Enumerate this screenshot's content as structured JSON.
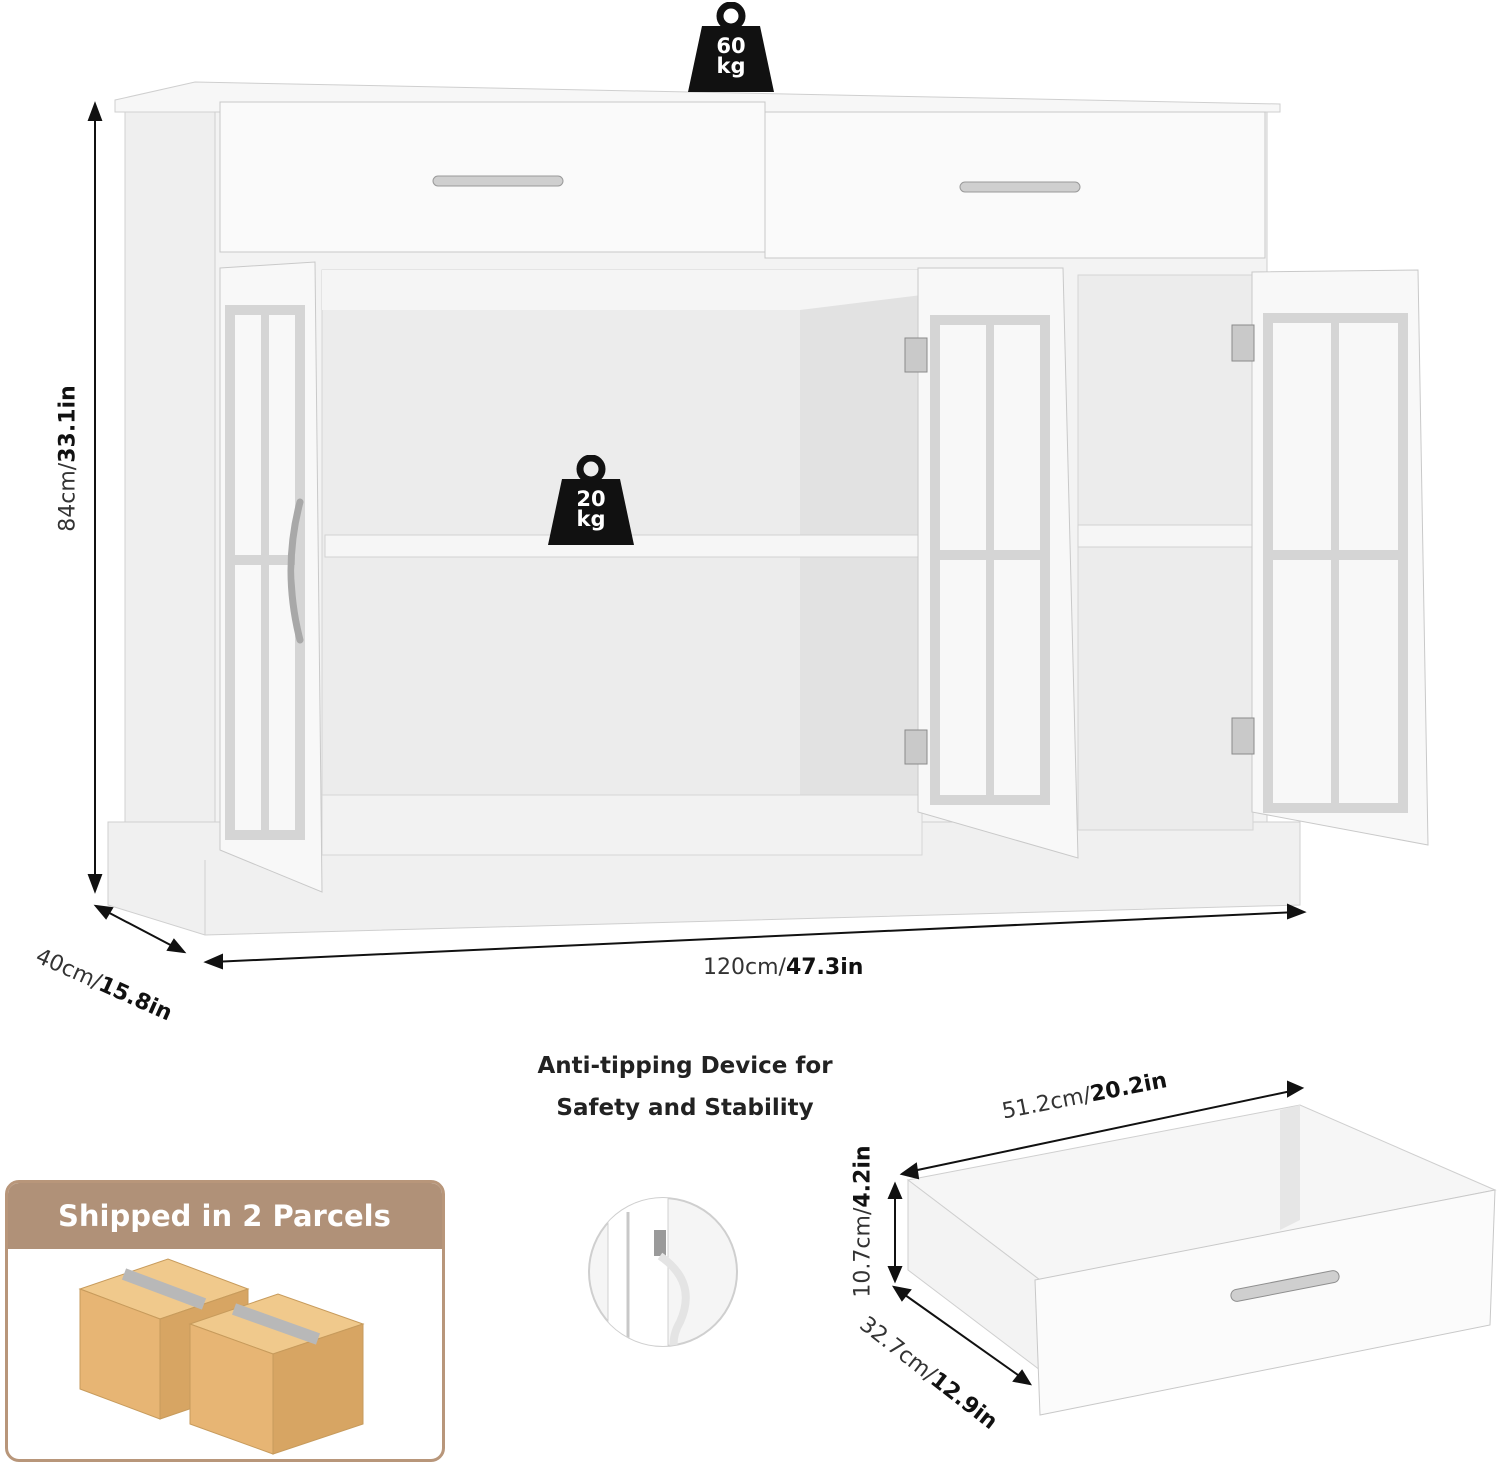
{
  "weights": {
    "top": {
      "value": "60",
      "unit": "kg"
    },
    "shelf": {
      "value": "20",
      "unit": "kg"
    }
  },
  "dimensions": {
    "height": {
      "metric": "84cm/",
      "imperial": "33.1in"
    },
    "depth": {
      "metric": "40cm/",
      "imperial": "15.8in"
    },
    "width": {
      "metric": "120cm/",
      "imperial": "47.3in"
    }
  },
  "drawer": {
    "width": {
      "metric": "51.2cm/",
      "imperial": "20.2in"
    },
    "height": {
      "metric": "10.7cm/",
      "imperial": "4.2in"
    },
    "depth": {
      "metric": "32.7cm/",
      "imperial": "12.9in"
    }
  },
  "parcel": {
    "title": "Shipped in 2 Parcels"
  },
  "anti_tipping": {
    "line1": "Anti-tipping Device for",
    "line2": "Safety and Stability"
  },
  "colors": {
    "cabinet": "#f4f4f4",
    "cabinet_shade": "#e6e6e6",
    "line": "#bdbdbd",
    "weight_tag": "#111111",
    "parcel_header": "#b09178",
    "parcel_border": "#b8967a",
    "box": "#e2b778"
  }
}
